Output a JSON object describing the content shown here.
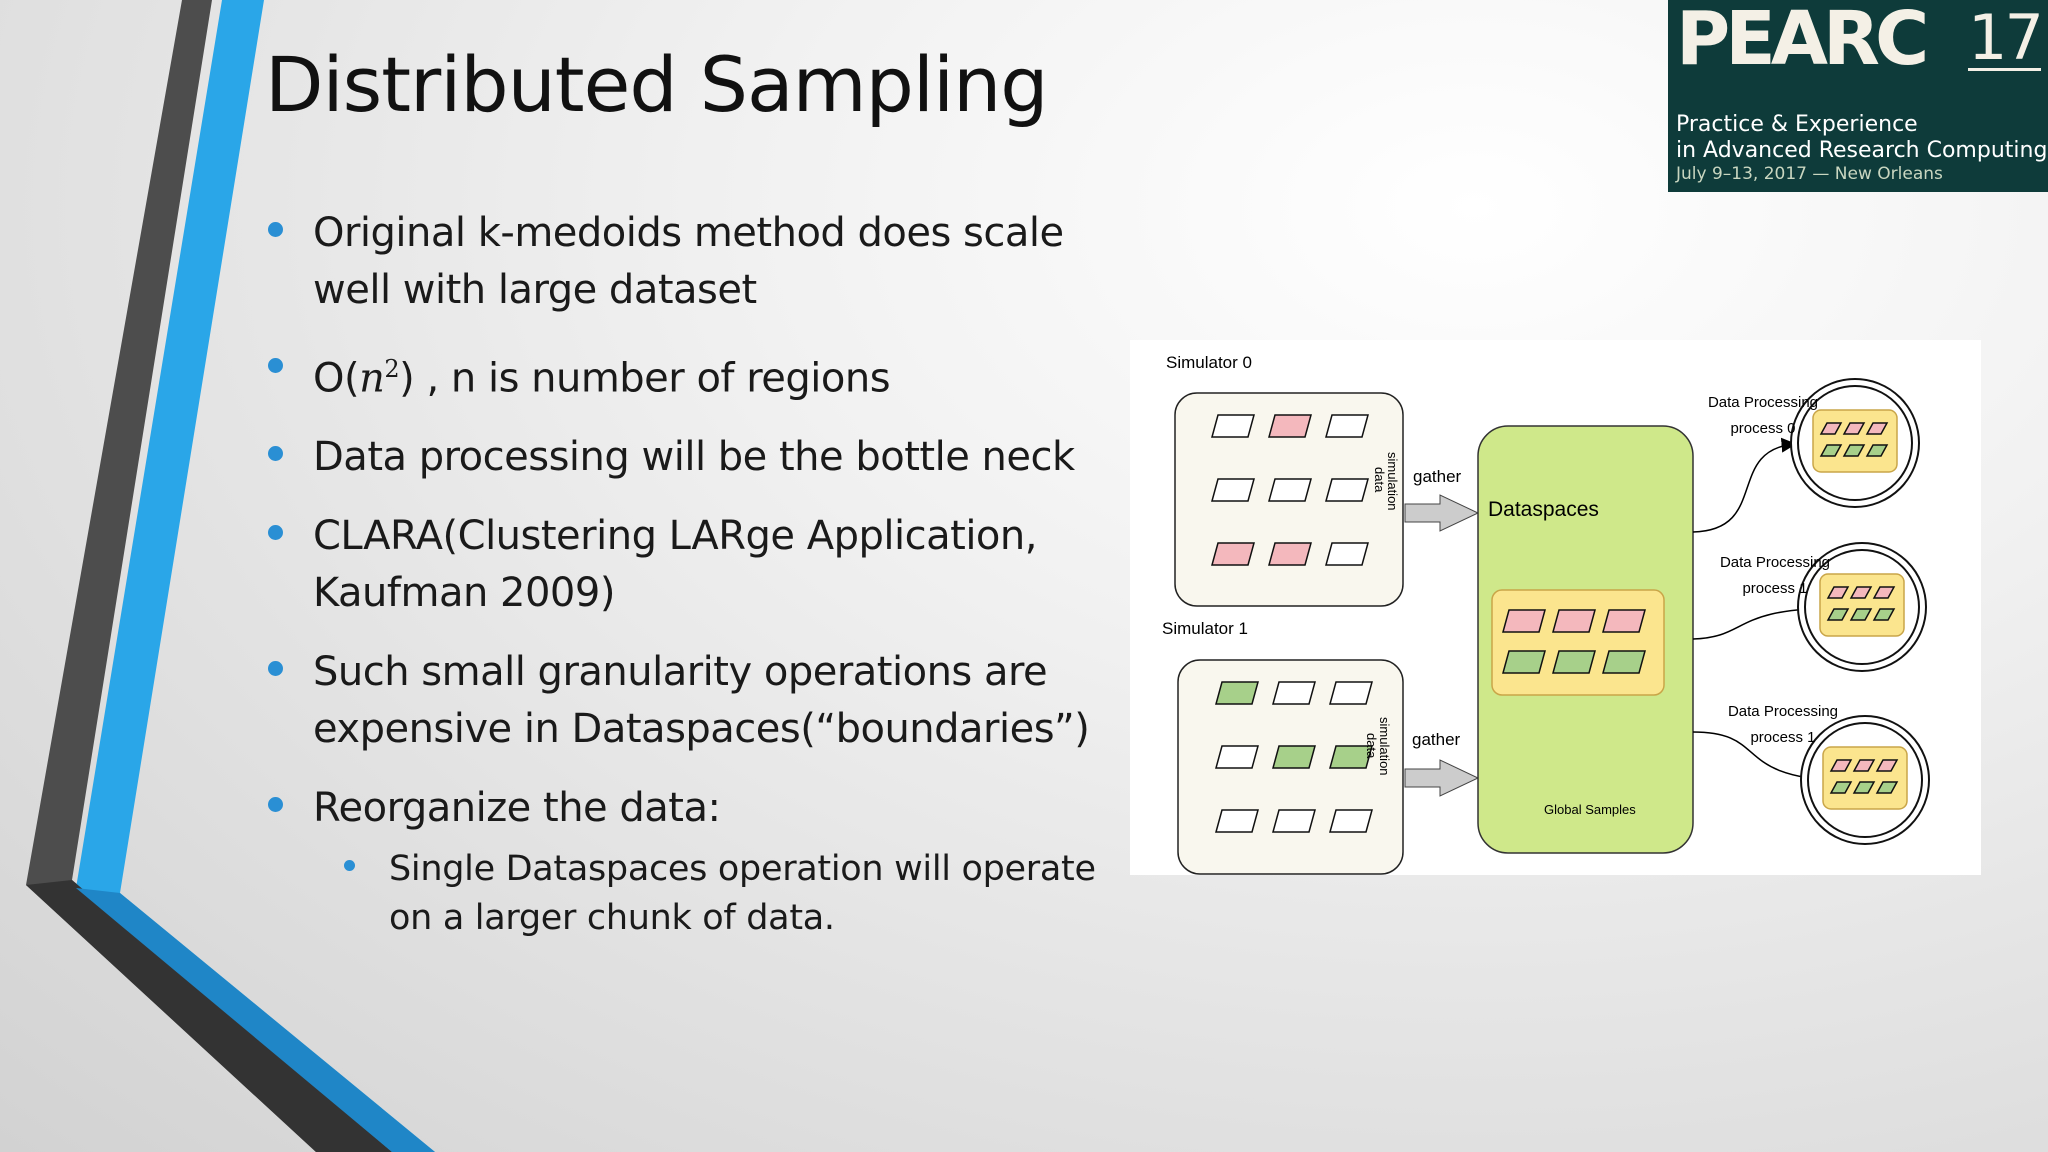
{
  "slide": {
    "title": "Distributed Sampling",
    "bullets": [
      {
        "text": "Original k-medoids method does scale well with large dataset"
      },
      {
        "prefix": "O(",
        "math_var": "n",
        "exponent": "2",
        "suffix": ") , n is number of regions"
      },
      {
        "text": "Data processing will be the bottle neck"
      },
      {
        "text": "CLARA(Clustering  LARge Application, Kaufman 2009)"
      },
      {
        "text": "Such small granularity operations are expensive in Dataspaces(“boundaries”)"
      },
      {
        "text": "Reorganize the data:"
      }
    ],
    "sub_bullets": [
      {
        "text": "Single Dataspaces operation will operate on a larger chunk of data."
      }
    ]
  },
  "badge": {
    "name": "PEARC",
    "year": "17",
    "line1": "Practice & Experience",
    "line2": "in Advanced Research Computing",
    "line3": "July 9–13, 2017 — New Orleans"
  },
  "diagram": {
    "simulators": [
      {
        "label": "Simulator 0",
        "side_label_1": "simulation",
        "side_label_2": "data",
        "arrow_label": "gather",
        "cells": [
          "white",
          "pink",
          "white",
          "white",
          "white",
          "white",
          "pink",
          "pink",
          "white"
        ]
      },
      {
        "label": "Simulator 1",
        "side_label_1": "simulation",
        "side_label_2": "data",
        "arrow_label": "gather",
        "cells": [
          "green",
          "white",
          "white",
          "white",
          "green",
          "green",
          "white",
          "white",
          "white"
        ]
      }
    ],
    "dataspaces": {
      "label": "Dataspaces",
      "footer": "Global Samples"
    },
    "processes": [
      {
        "label_1": "Data Processing",
        "label_2": "process 0"
      },
      {
        "label_1": "Data Processing",
        "label_2": "process 1"
      },
      {
        "label_1": "Data Processing",
        "label_2": "process 1"
      }
    ]
  },
  "colors": {
    "accent_blue": "#2aa3e6",
    "dark_band": "#4a4a4a",
    "badge_bg": "#0e3b3a",
    "dataspaces_fill": "#cfe88a",
    "samples_fill": "#fbe58e",
    "pink_cell": "#f4b8bd",
    "green_cell": "#a7d08a"
  }
}
